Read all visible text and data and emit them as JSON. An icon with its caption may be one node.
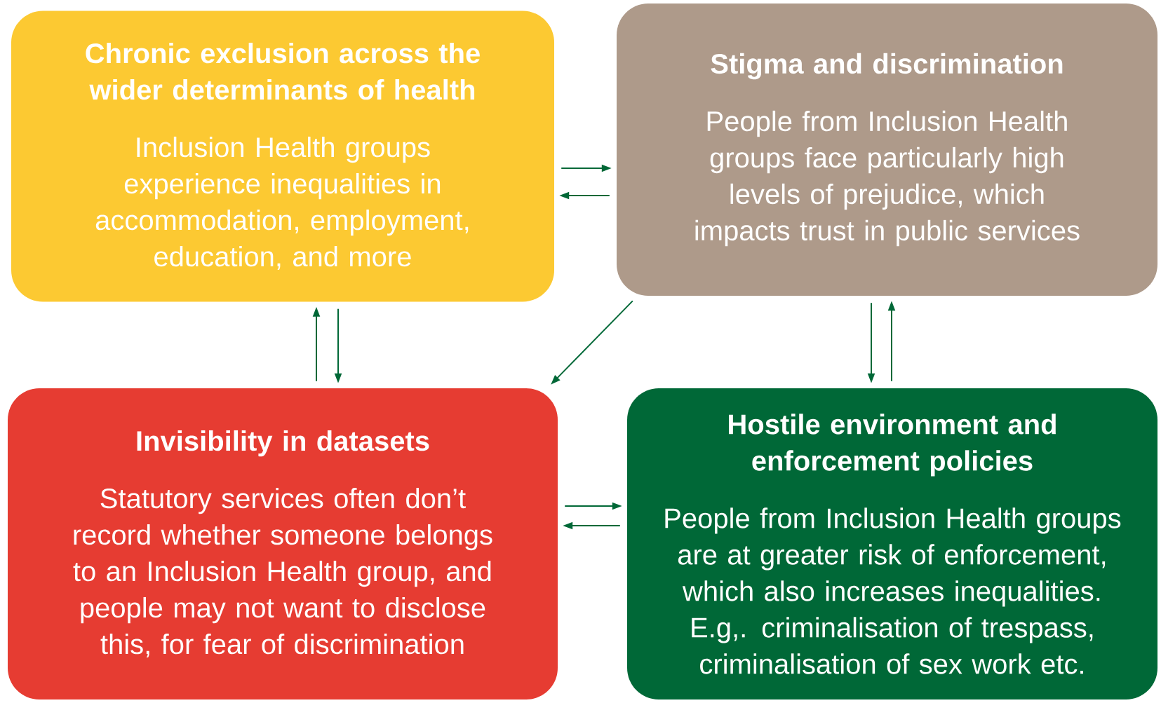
{
  "diagram": {
    "nodes": [
      {
        "text": [
          "Chronic exclusion across the wider determinants of health",
          "Inclusion Health groups experience inequalities in accommodation, employment, education, and more"
        ]
      },
      {
        "text": [
          "Stigma and discrimination",
          "People from Inclusion Health groups face particularly high levels of prejudice, which impacts trust in public services"
        ]
      },
      {
        "text": [
          "Invisibility in datasets",
          "Statutory services often don’t record whether someone belongs to an Inclusion Health group, and people may not want to disclose this, for fear of discrimination"
        ]
      },
      {
        "text": [
          "Hostile environment and enforcement policies",
          "People from Inclusion Health groups are at greater risk of enforcement, which also increases inequalities. E.g,. criminalisation of trespass, criminalisation of sex work etc."
        ]
      }
    ],
    "edges": [
      {
        "from": 0,
        "to": 1,
        "arrow": "to"
      },
      {
        "from": 1,
        "to": 0,
        "arrow": "to"
      },
      {
        "from": 1,
        "to": 2,
        "arrow": "to"
      },
      {
        "from": 2,
        "to": 0,
        "arrow": "to"
      },
      {
        "from": 0,
        "to": 2,
        "arrow": "to"
      },
      {
        "from": 1,
        "to": 3,
        "arrow": "to"
      },
      {
        "from": 3,
        "to": 1,
        "arrow": "to"
      },
      {
        "from": 2,
        "to": 3,
        "arrow": "to"
      },
      {
        "from": 3,
        "to": 2,
        "arrow": "to"
      }
    ]
  }
}
